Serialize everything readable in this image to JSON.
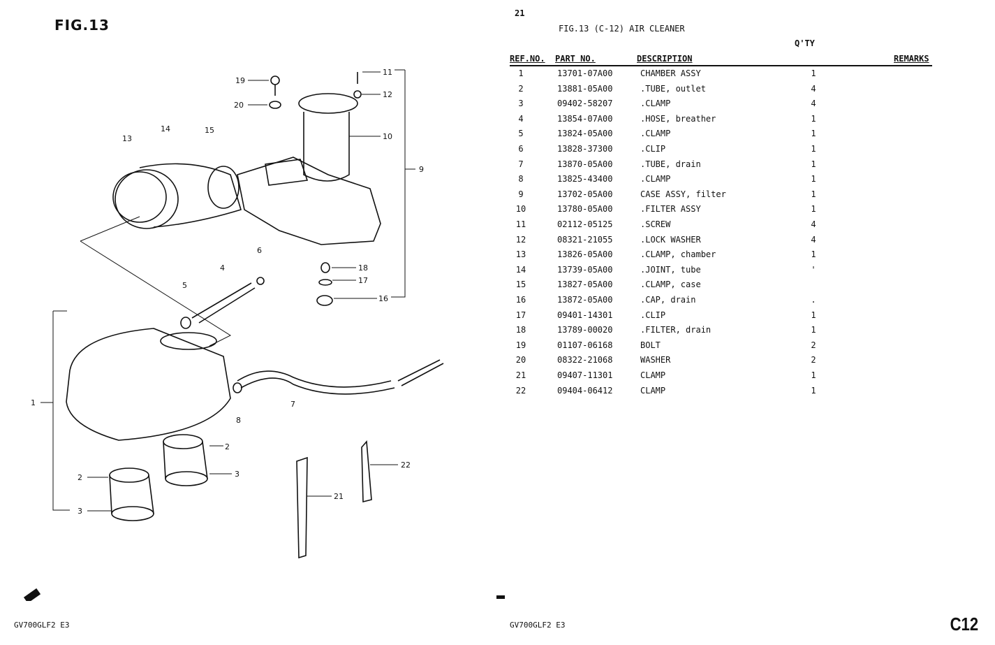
{
  "figure_title": "FIG.13",
  "page_number": "21",
  "section_title": "FIG.13 (C-12) AIR CLEANER",
  "columns": {
    "ref": "REF.NO.",
    "part": "PART NO.",
    "desc": "DESCRIPTION",
    "qty": "Q'TY",
    "remarks": "REMARKS"
  },
  "parts": [
    {
      "ref": "1",
      "part": "13701-07A00",
      "desc": "CHAMBER ASSY",
      "qty": "1"
    },
    {
      "ref": "2",
      "part": "13881-05A00",
      "desc": ".TUBE, outlet",
      "qty": "4"
    },
    {
      "ref": "3",
      "part": "09402-58207",
      "desc": ".CLAMP",
      "qty": "4"
    },
    {
      "ref": "4",
      "part": "13854-07A00",
      "desc": ".HOSE, breather",
      "qty": "1"
    },
    {
      "ref": "5",
      "part": "13824-05A00",
      "desc": ".CLAMP",
      "qty": "1"
    },
    {
      "ref": "6",
      "part": "13828-37300",
      "desc": ".CLIP",
      "qty": "1"
    },
    {
      "ref": "7",
      "part": "13870-05A00",
      "desc": ".TUBE, drain",
      "qty": "1"
    },
    {
      "ref": "8",
      "part": "13825-43400",
      "desc": ".CLAMP",
      "qty": "1"
    },
    {
      "ref": "9",
      "part": "13702-05A00",
      "desc": "CASE ASSY, filter",
      "qty": "1"
    },
    {
      "ref": "10",
      "part": "13780-05A00",
      "desc": ".FILTER ASSY",
      "qty": "1"
    },
    {
      "ref": "11",
      "part": "02112-05125",
      "desc": ".SCREW",
      "qty": "4"
    },
    {
      "ref": "12",
      "part": "08321-21055",
      "desc": ".LOCK WASHER",
      "qty": "4"
    },
    {
      "ref": "13",
      "part": "13826-05A00",
      "desc": ".CLAMP, chamber",
      "qty": "1"
    },
    {
      "ref": "14",
      "part": "13739-05A00",
      "desc": ".JOINT, tube",
      "qty": "'"
    },
    {
      "ref": "15",
      "part": "13827-05A00",
      "desc": ".CLAMP, case",
      "qty": ""
    },
    {
      "ref": "16",
      "part": "13872-05A00",
      "desc": ".CAP, drain",
      "qty": "."
    },
    {
      "ref": "17",
      "part": "09401-14301",
      "desc": ".CLIP",
      "qty": "1"
    },
    {
      "ref": "18",
      "part": "13789-00020",
      "desc": ".FILTER, drain",
      "qty": "1"
    },
    {
      "ref": "19",
      "part": "01107-06168",
      "desc": "BOLT",
      "qty": "2"
    },
    {
      "ref": "20",
      "part": "08322-21068",
      "desc": "WASHER",
      "qty": "2"
    },
    {
      "ref": "21",
      "part": "09407-11301",
      "desc": "CLAMP",
      "qty": "1"
    },
    {
      "ref": "22",
      "part": "09404-06412",
      "desc": "CLAMP",
      "qty": "1"
    }
  ],
  "callouts": [
    "1",
    "2",
    "3",
    "4",
    "5",
    "6",
    "7",
    "8",
    "9",
    "10",
    "11",
    "12",
    "13",
    "14",
    "15",
    "16",
    "17",
    "18",
    "19",
    "20",
    "21",
    "2",
    "3",
    "22"
  ],
  "footer": {
    "model_left": "GV700GLF2 E3",
    "model_mid": "GV700GLF2 E3",
    "page_code": "C12"
  }
}
